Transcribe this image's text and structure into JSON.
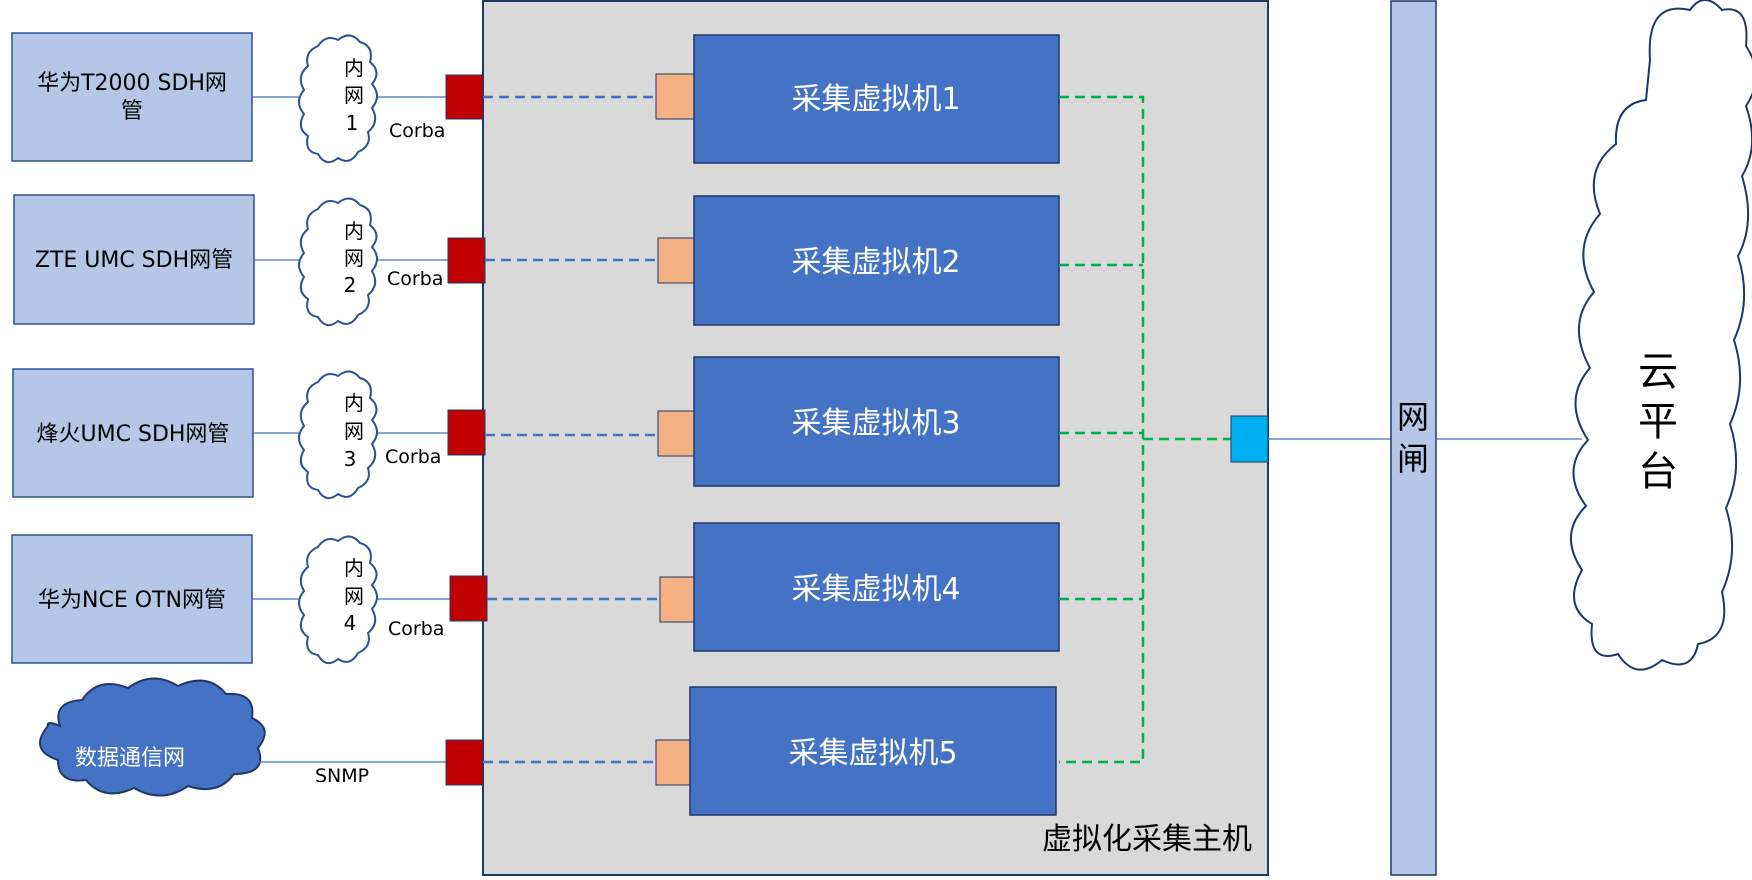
{
  "nms": [
    {
      "line1": "华为T2000 SDH网",
      "line2": "管"
    },
    {
      "line1": "ZTE UMC SDH网管",
      "line2": ""
    },
    {
      "line1": "烽火UMC SDH网管",
      "line2": ""
    },
    {
      "line1": "华为NCE OTN网管",
      "line2": ""
    }
  ],
  "inner_nets": [
    [
      "内",
      "网",
      "1"
    ],
    [
      "内",
      "网",
      "2"
    ],
    [
      "内",
      "网",
      "3"
    ],
    [
      "内",
      "网",
      "4"
    ]
  ],
  "protocols": [
    "Corba",
    "Corba",
    "Corba",
    "Corba",
    "SNMP"
  ],
  "dcn_label": "数据通信网",
  "vms": [
    "采集虚拟机1",
    "采集虚拟机2",
    "采集虚拟机3",
    "采集虚拟机4",
    "采集虚拟机5"
  ],
  "host_label": "虚拟化采集主机",
  "gateway": [
    "网",
    "闸"
  ],
  "cloud": [
    "云",
    "平",
    "台"
  ],
  "colors": {
    "nms_fill": "#b4c7e7",
    "host_fill": "#d9d9d9",
    "vm_fill": "#4472c4",
    "red_port": "#c00000",
    "vm_port": "#f4b183",
    "out_port": "#00b0f0",
    "blue_dash": "#4472c4",
    "green_dash": "#00b050"
  }
}
